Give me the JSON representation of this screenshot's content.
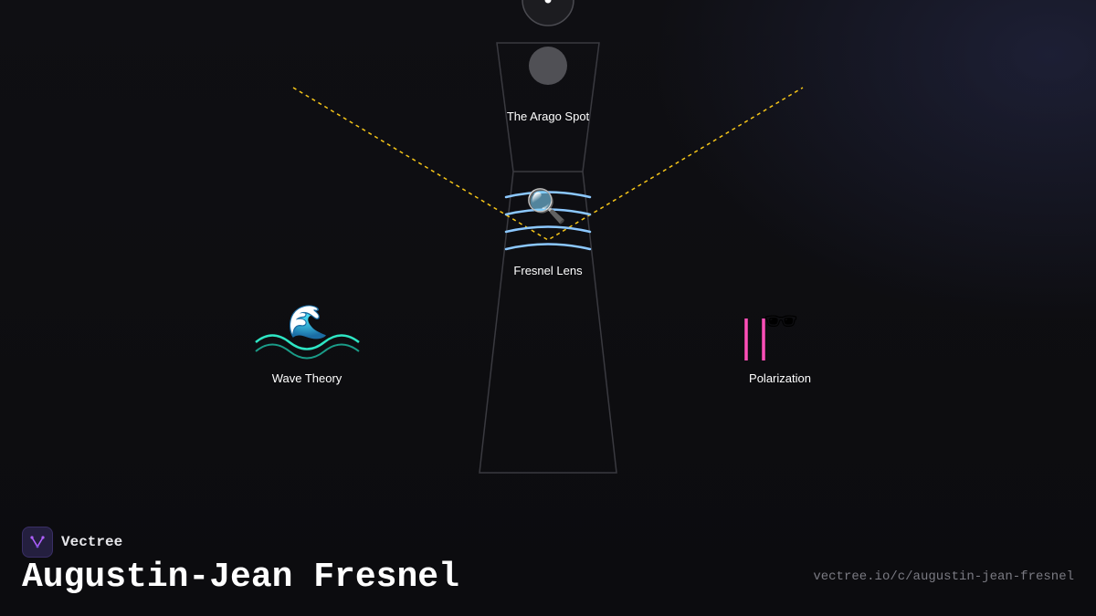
{
  "nodes": {
    "arago": {
      "label": "The Arago Spot"
    },
    "fresnel_lens": {
      "label": "Fresnel Lens",
      "icon": "magnifying-glass-icon",
      "glyph": "🔍"
    },
    "wave_theory": {
      "label": "Wave Theory",
      "icon": "water-wave-icon",
      "glyph": "🌊"
    },
    "polarization": {
      "label": "Polarization",
      "icon": "sunglasses-icon",
      "glyph": "🕶"
    }
  },
  "brand": {
    "name": "Vectree",
    "icon": "vectree-logo-icon"
  },
  "page": {
    "title": "Augustin-Jean Fresnel",
    "url": "vectree.io/c/augustin-jean-fresnel"
  },
  "colors": {
    "background": "#0f0f13",
    "dashed_rays": "#f5c518",
    "lens_arcs": "#8cc8ff",
    "wave_primary": "#2ee6c4",
    "wave_secondary": "#1a9c88",
    "polarization_bars": "#ff4fb8",
    "outline": "#3a3a40"
  }
}
